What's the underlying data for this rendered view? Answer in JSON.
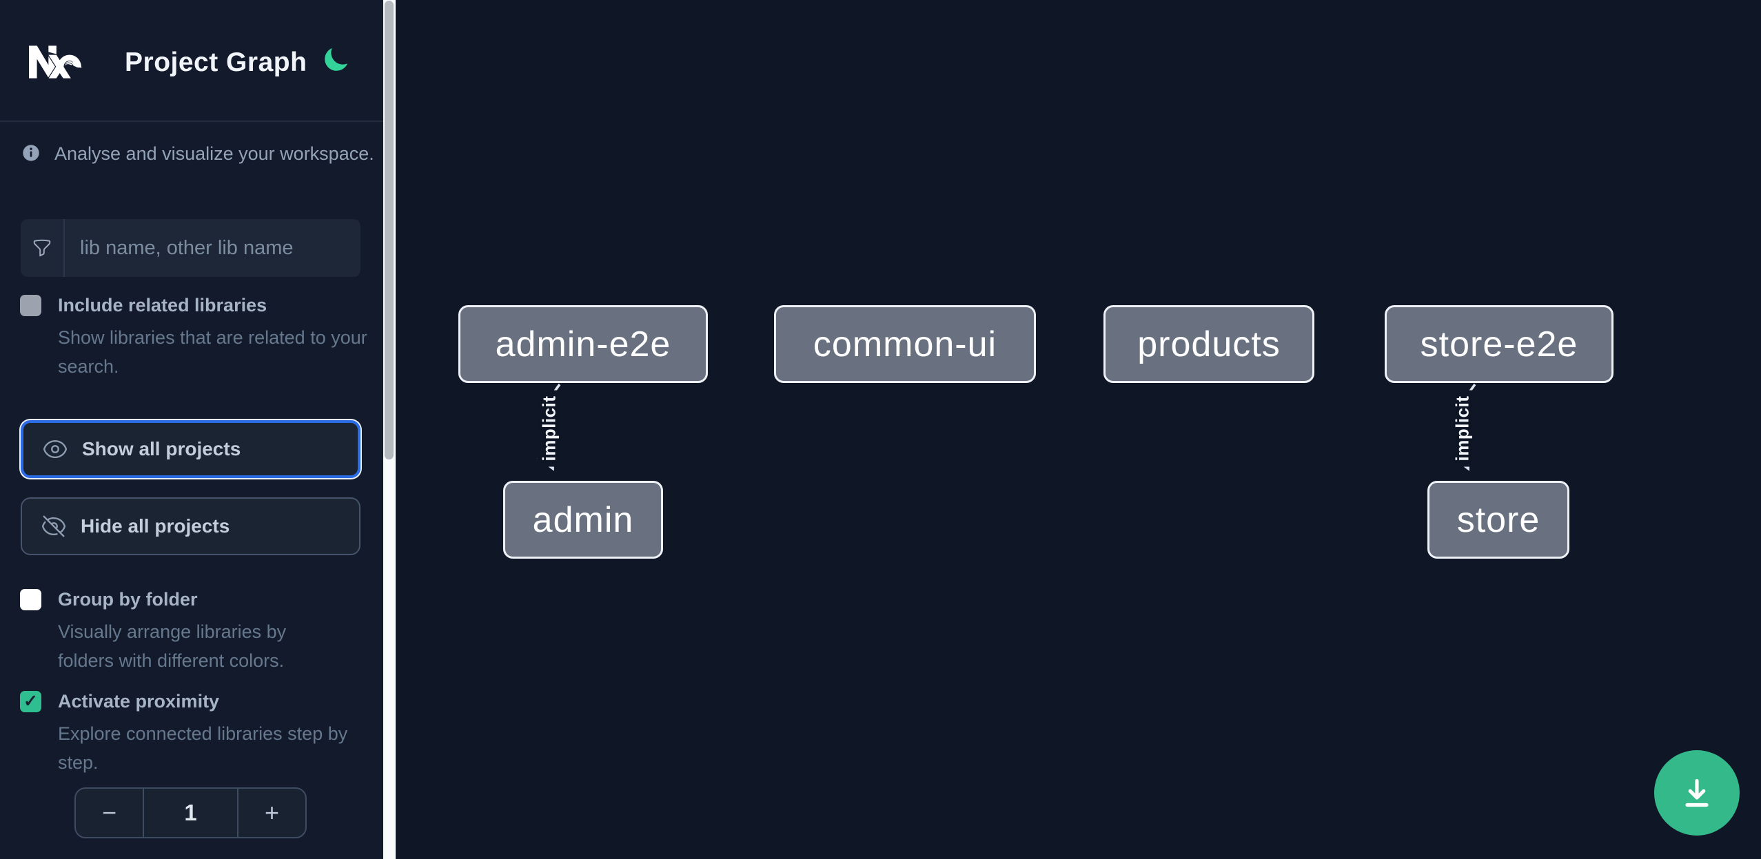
{
  "header": {
    "title": "Project Graph"
  },
  "sidebar": {
    "info_text": "Analyse and visualize your workspace.",
    "search": {
      "placeholder": "lib name, other lib name",
      "value": ""
    },
    "include_related": {
      "label": "Include related libraries",
      "description": "Show libraries that are related to your search.",
      "checked": false
    },
    "show_all_label": "Show all projects",
    "hide_all_label": "Hide all projects",
    "group_by_folder": {
      "label": "Group by folder",
      "description": "Visually arrange libraries by folders with different colors.",
      "checked": false
    },
    "activate_proximity": {
      "label": "Activate proximity",
      "description": "Explore connected libraries step by step.",
      "checked": true
    },
    "proximity_stepper": {
      "decrement_label": "−",
      "value": "1",
      "increment_label": "+"
    }
  },
  "graph": {
    "nodes": [
      {
        "label": "admin-e2e"
      },
      {
        "label": "common-ui"
      },
      {
        "label": "products"
      },
      {
        "label": "store-e2e"
      },
      {
        "label": "admin"
      },
      {
        "label": "store"
      }
    ],
    "edges": [
      {
        "from": "admin-e2e",
        "to": "admin",
        "label": "implicit",
        "type": "implicit"
      },
      {
        "from": "store-e2e",
        "to": "store",
        "label": "implicit",
        "type": "implicit"
      }
    ]
  },
  "icons": {
    "checkmark": "✓",
    "theme_toggle": "moon",
    "fab": "download"
  },
  "colors": {
    "focus_ring_blue": "#2b6be6",
    "checkbox_green": "#2fbe90",
    "moon_green": "#34d399",
    "fab_green": "#34b98a",
    "node_fill": "#697180",
    "node_border": "#eef2f7",
    "edge_stroke": "#dfe5ec"
  }
}
